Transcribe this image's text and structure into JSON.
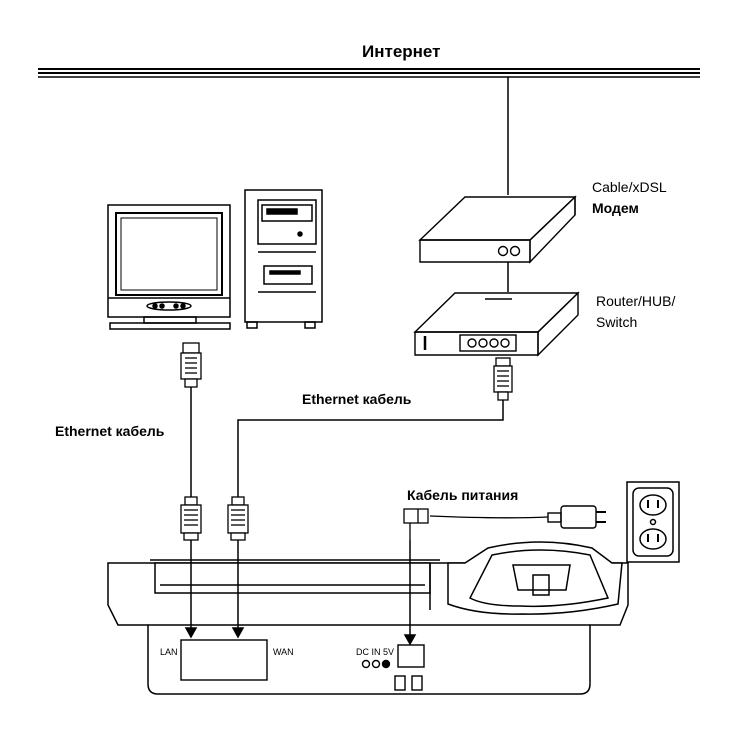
{
  "labels": {
    "internet": "Интернет",
    "modem_line1": "Cable/xDSL",
    "modem_line2": "Модем",
    "router_line1": "Router/HUB/",
    "router_line2": "Switch",
    "ethernet_cable_right": "Ethernet кабель",
    "ethernet_cable_left": "Ethernet кабель",
    "power_cable": "Кабель питания",
    "port_lan": "LAN",
    "port_wan": "WAN",
    "port_dc_in": "DC IN 5V"
  }
}
